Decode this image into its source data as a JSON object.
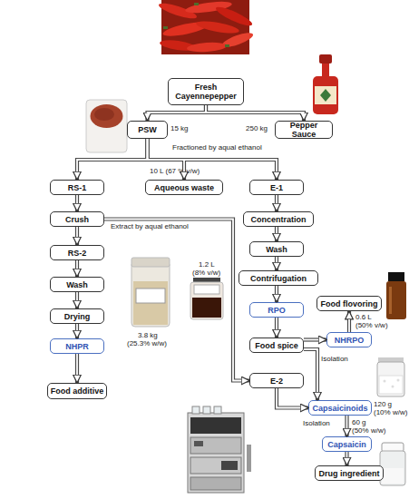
{
  "diagram": {
    "nodes": [
      {
        "text": [
          "Fresh Cayennepepper"
        ]
      },
      {
        "text": [
          "PSW"
        ]
      },
      {
        "text": [
          "Pepper Sauce"
        ]
      },
      {
        "text": [
          "RS-1"
        ]
      },
      {
        "text": [
          "Aqueous waste"
        ]
      },
      {
        "text": [
          "E-1"
        ]
      },
      {
        "text": [
          "Crush"
        ]
      },
      {
        "text": [
          "Concentration"
        ]
      },
      {
        "text": [
          "RS-2"
        ]
      },
      {
        "text": [
          "Wash"
        ]
      },
      {
        "text": [
          "Wash"
        ]
      },
      {
        "text": [
          "Contrifugation"
        ]
      },
      {
        "text": [
          "Drying"
        ]
      },
      {
        "text": [
          "RPO"
        ]
      },
      {
        "text": [
          "Food flovoring"
        ]
      },
      {
        "text": [
          "NHPR"
        ]
      },
      {
        "text": [
          "Food spice"
        ]
      },
      {
        "text": [
          "NHRPO"
        ]
      },
      {
        "text": [
          "Food additive"
        ]
      },
      {
        "text": [
          "E-2"
        ]
      },
      {
        "text": [
          "Capsaicinoids"
        ]
      },
      {
        "text": [
          "Capsaicin"
        ]
      },
      {
        "text": [
          "Drug ingredient"
        ]
      }
    ],
    "edges": [
      {
        "from": 0,
        "to": 1,
        "arrow": "to"
      },
      {
        "from": 0,
        "to": 2,
        "arrow": "to"
      },
      {
        "from": 1,
        "to": 3,
        "arrow": "to"
      },
      {
        "from": 1,
        "to": 4,
        "arrow": "to"
      },
      {
        "from": 1,
        "to": 5,
        "arrow": "to"
      },
      {
        "from": 3,
        "to": 6,
        "arrow": "to"
      },
      {
        "from": 6,
        "to": 8,
        "arrow": "to"
      },
      {
        "from": 6,
        "to": 19,
        "arrow": "to"
      },
      {
        "from": 8,
        "to": 10,
        "arrow": "to"
      },
      {
        "from": 10,
        "to": 12,
        "arrow": "to"
      },
      {
        "from": 12,
        "to": 15,
        "arrow": "to"
      },
      {
        "from": 15,
        "to": 18,
        "arrow": "to"
      },
      {
        "from": 5,
        "to": 7,
        "arrow": "to"
      },
      {
        "from": 7,
        "to": 9,
        "arrow": "to"
      },
      {
        "from": 9,
        "to": 11,
        "arrow": "to"
      },
      {
        "from": 11,
        "to": 13,
        "arrow": "to"
      },
      {
        "from": 13,
        "to": 16,
        "arrow": "to"
      },
      {
        "from": 16,
        "to": 17,
        "arrow": "to"
      },
      {
        "from": 16,
        "to": 20,
        "arrow": "to"
      },
      {
        "from": 19,
        "to": 20,
        "arrow": "to"
      },
      {
        "from": 17,
        "to": 14,
        "arrow": "to"
      },
      {
        "from": 20,
        "to": 21,
        "arrow": "to"
      },
      {
        "from": 21,
        "to": 22,
        "arrow": "to"
      }
    ],
    "labels": [
      "15 kg",
      "250 kg",
      "Fractioned by aqual ethanol",
      "10 L (67 % v/w)",
      "Extract by aqual ethanol",
      "1.2 L",
      "(8% v/w)",
      "3.8 kg",
      "(25.3% w/w)",
      "0.6 L",
      "(50% v/w)",
      "Isolation",
      "120 g",
      "(10% w/w)",
      "Isolation",
      "60 g",
      "(50% w/w)"
    ]
  }
}
